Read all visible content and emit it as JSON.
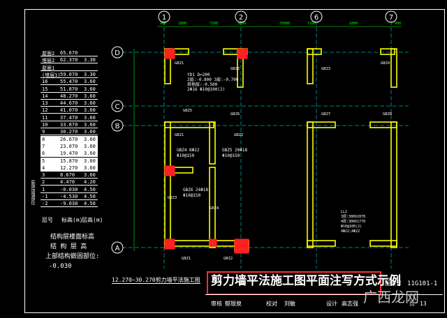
{
  "floors": [
    {
      "n": "屋面2",
      "h": "65.670",
      "s": ""
    },
    {
      "n": "塔层2",
      "h": "62.370",
      "s": "3.30"
    },
    {
      "n": "屋面1",
      "h": "",
      "s": ""
    },
    {
      "n": "(塔层1)",
      "h": "59.070",
      "s": "3.30"
    },
    {
      "n": "16",
      "h": "55.470",
      "s": "3.60"
    },
    {
      "n": "15",
      "h": "51.870",
      "s": "3.60"
    },
    {
      "n": "14",
      "h": "48.270",
      "s": "3.60"
    },
    {
      "n": "13",
      "h": "44.670",
      "s": "3.60"
    },
    {
      "n": "12",
      "h": "41.070",
      "s": "3.60"
    },
    {
      "n": "11",
      "h": "37.470",
      "s": "3.60"
    },
    {
      "n": "10",
      "h": "33.870",
      "s": "3.60"
    },
    {
      "n": "9",
      "h": "30.270",
      "s": "3.60"
    },
    {
      "n": "8",
      "h": "26.670",
      "s": "3.60"
    },
    {
      "n": "7",
      "h": "23.070",
      "s": "3.60"
    },
    {
      "n": "6",
      "h": "19.470",
      "s": "3.60"
    },
    {
      "n": "5",
      "h": "15.870",
      "s": "3.60"
    },
    {
      "n": "4",
      "h": "12.270",
      "s": "3.60"
    },
    {
      "n": "3",
      "h": "8.670",
      "s": "3.60"
    },
    {
      "n": "2",
      "h": "4.470",
      "s": "4.20"
    },
    {
      "n": "1",
      "h": "-0.030",
      "s": "4.50"
    },
    {
      "n": "-1",
      "h": "-4.530",
      "s": "4.50"
    },
    {
      "n": "-2",
      "h": "-9.030",
      "s": "4.50"
    }
  ],
  "table_header": {
    "floor": "层号",
    "elev": "标高(m)",
    "height": "层高(m)"
  },
  "side_label": "底部加强部位",
  "notes": [
    "结构层楼面标高",
    "结 构 层 高",
    "上部结构嵌固部位:",
    "-0.030"
  ],
  "range_title": "12.270~30.270剪力墙平法施工图",
  "main_title": "剪力墙平法施工图平面注写方式示例",
  "atlas_label": "图集号",
  "atlas_no": "11G101-1",
  "sign_row": [
    "审核",
    "郁银泉",
    "校对",
    "刘敏",
    "设计",
    "高志强"
  ],
  "page_label": "页",
  "page_no": "13",
  "watermark": "广西龙网",
  "axes_top": [
    "1",
    "2",
    "6",
    "7"
  ],
  "axes_left": [
    "D",
    "C",
    "B",
    "A"
  ],
  "dims_top": [
    "900",
    "1800",
    "7200",
    "3600",
    "25000",
    "7200",
    "1800",
    "900"
  ],
  "wall_labels": [
    "GBZ1",
    "GBZ2",
    "GBZ3",
    "GBZ4",
    "GBZ5",
    "GBZ6",
    "GBZ7",
    "GBZ8",
    "GBZ1",
    "GBZ2",
    "GBZ3",
    "GBZ4",
    "GBZ1",
    "GBZ2"
  ],
  "beam_note": [
    "YD1 D=200",
    "2层:-0.800 3层:-0.700",
    "其他层:-0.500",
    "2Φ16 Φ10@100(2)"
  ],
  "gbz_notes": [
    {
      "t": "GBZ4 8Φ22",
      "s": "Φ10@150"
    },
    {
      "t": "GBZ5 20Φ18",
      "s": "Φ10@150"
    },
    {
      "t": "GBZ6 24Φ18",
      "s": "Φ10@150"
    }
  ],
  "lintel_notes": [
    "LL2",
    "3层:300X2070",
    "4层:300X1770",
    "Φ10@100(2)",
    "4Φ22;4Φ22"
  ],
  "colors": {
    "wall": "#ffff00",
    "edge": "#ff2020",
    "axis": "#00ffff",
    "dim": "#00ff00",
    "label": "#ffffff",
    "bg": "#000000",
    "frame": "#ff3030"
  }
}
